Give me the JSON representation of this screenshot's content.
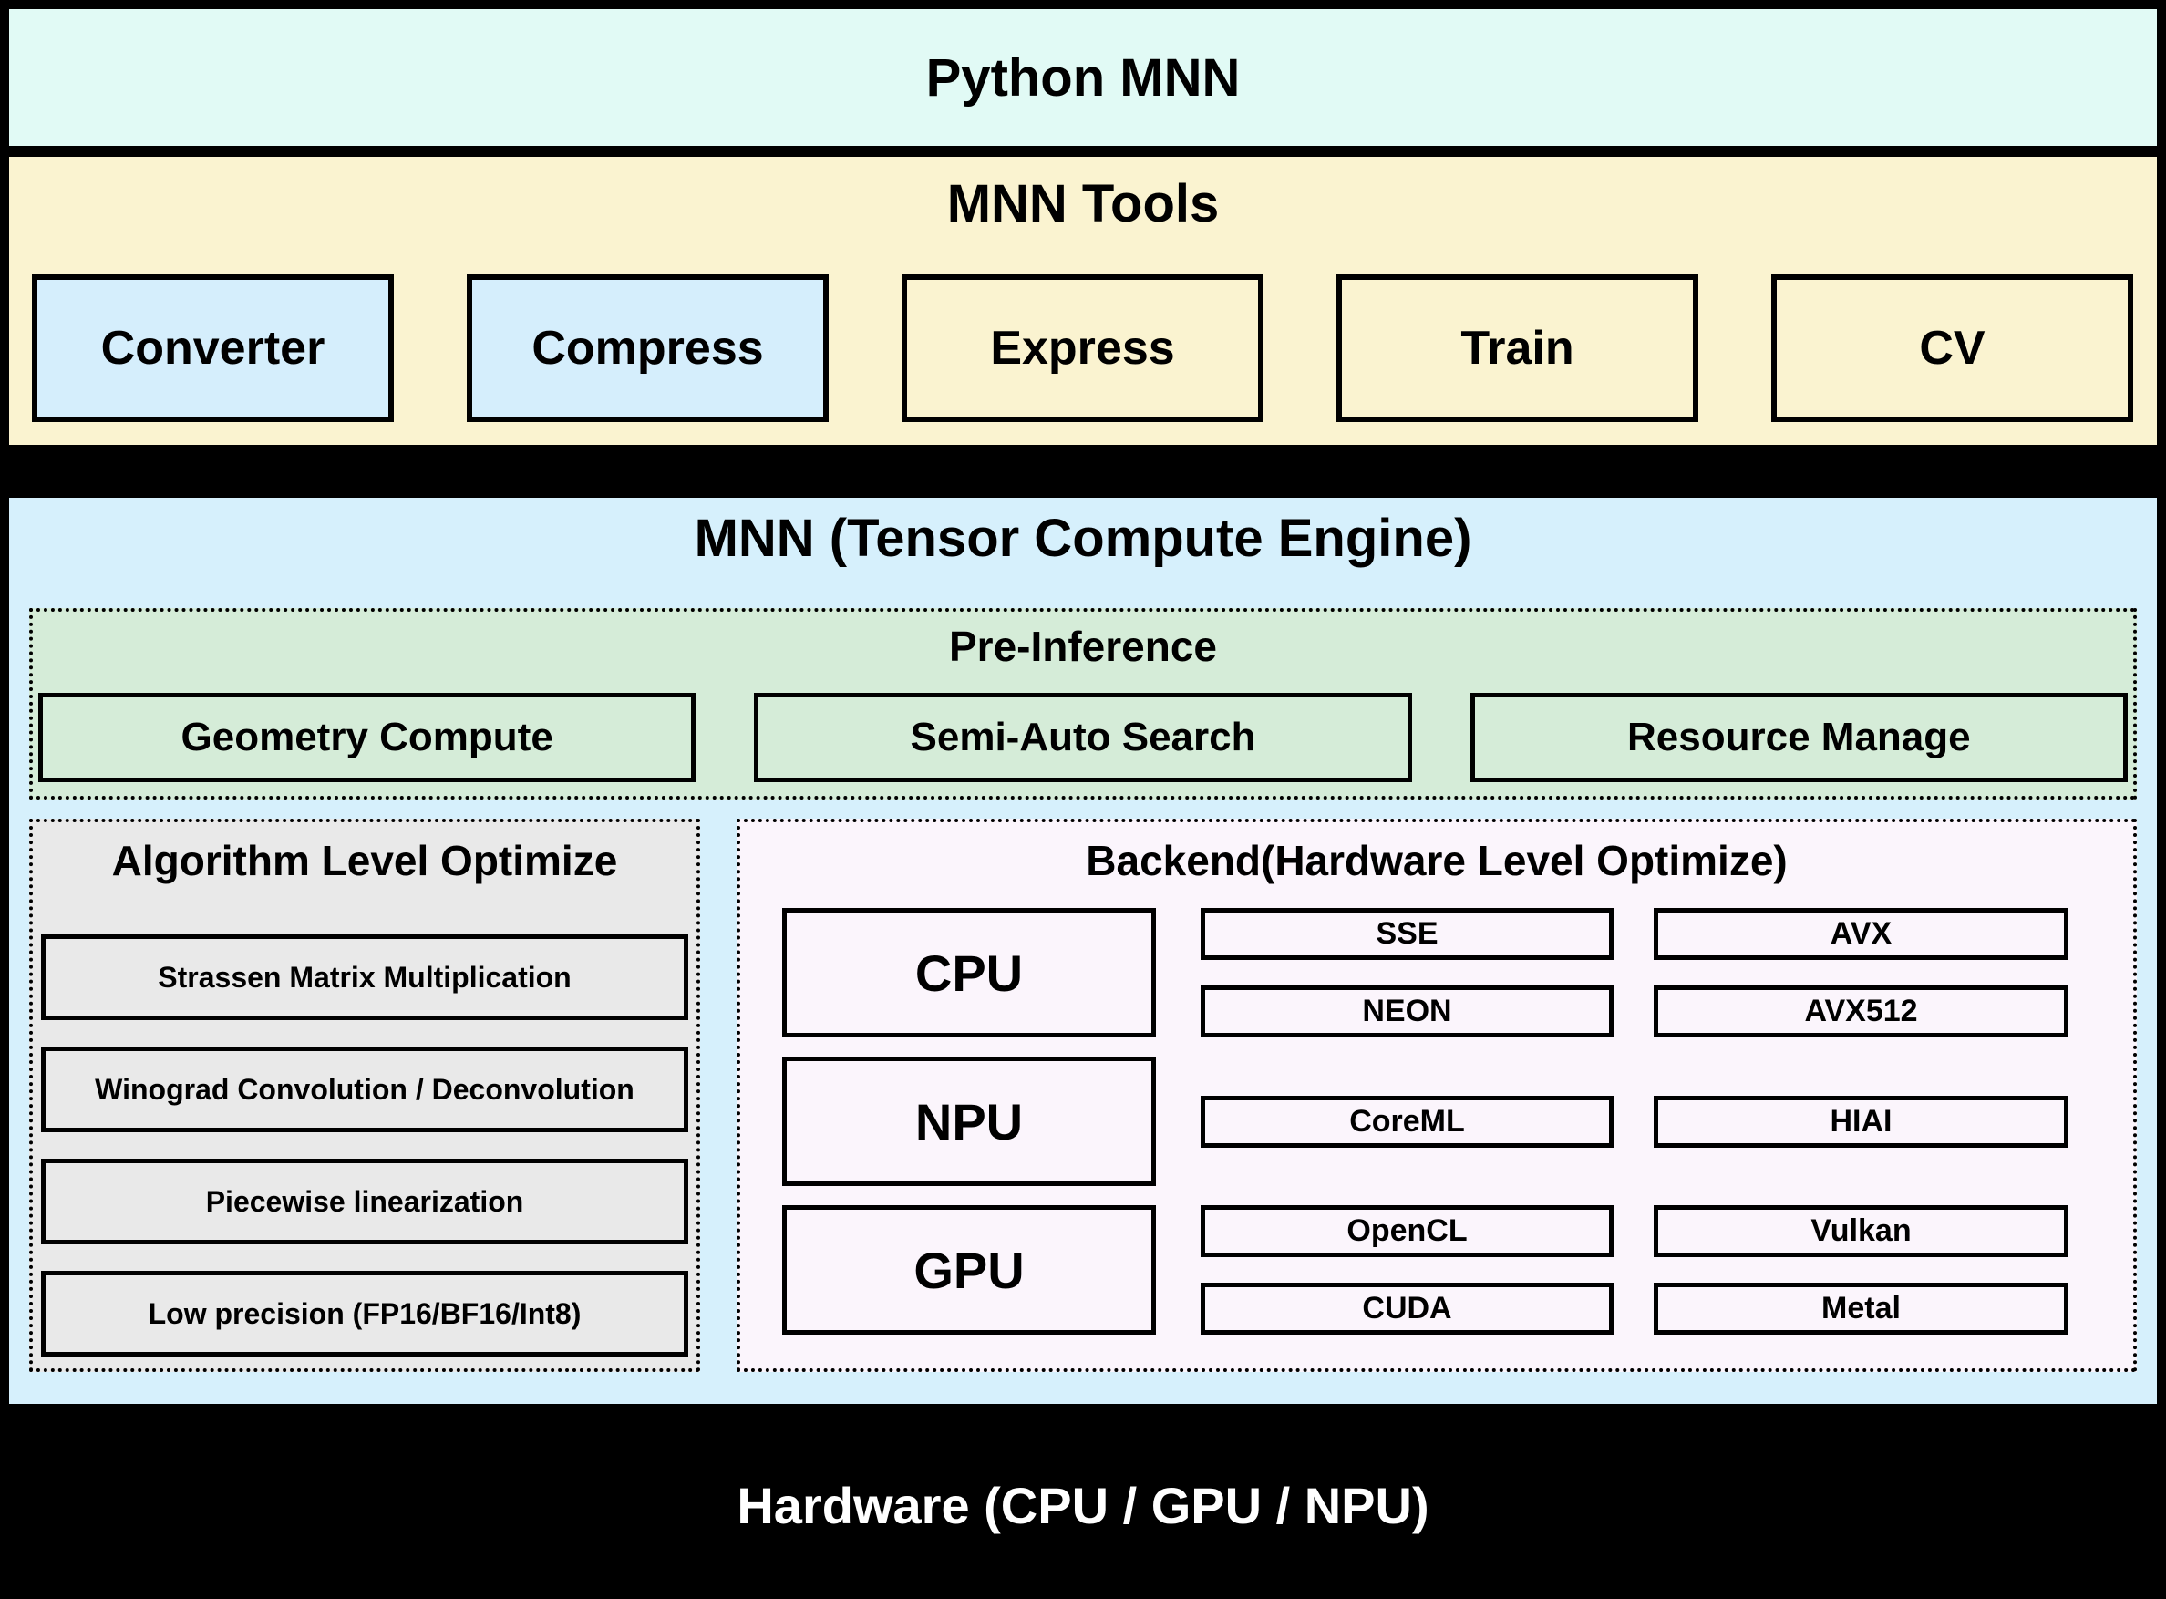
{
  "python_band": {
    "title": "Python MNN"
  },
  "tools": {
    "title": "MNN Tools",
    "items": [
      {
        "label": "Converter",
        "highlight": true
      },
      {
        "label": "Compress",
        "highlight": true
      },
      {
        "label": "Express",
        "highlight": false
      },
      {
        "label": "Train",
        "highlight": false
      },
      {
        "label": "CV",
        "highlight": false
      }
    ]
  },
  "engine": {
    "title": "MNN (Tensor Compute Engine)",
    "pre_inference": {
      "title": "Pre-Inference",
      "items": [
        "Geometry Compute",
        "Semi-Auto Search",
        "Resource Manage"
      ]
    },
    "algorithm": {
      "title": "Algorithm Level Optimize",
      "items": [
        "Strassen Matrix Multiplication",
        "Winograd Convolution / Deconvolution",
        "Piecewise linearization",
        "Low precision (FP16/BF16/Int8)"
      ]
    },
    "backend": {
      "title": "Backend(Hardware Level Optimize)",
      "rows": [
        {
          "processor": "CPU",
          "col1": [
            "SSE",
            "NEON"
          ],
          "col2": [
            "AVX",
            "AVX512"
          ]
        },
        {
          "processor": "NPU",
          "col1": [
            "CoreML"
          ],
          "col2": [
            "HIAI"
          ]
        },
        {
          "processor": "GPU",
          "col1": [
            "OpenCL",
            "CUDA"
          ],
          "col2": [
            "Vulkan",
            "Metal"
          ]
        }
      ]
    }
  },
  "hardware_band": {
    "title": "Hardware (CPU / GPU / NPU)"
  },
  "colors": {
    "python_band_bg": "#e1faf5",
    "tools_bg": "#faf3d0",
    "tool_highlight_bg": "#d5eefc",
    "engine_bg": "#d6f0fc",
    "pre_inference_bg": "#d5ecd8",
    "algorithm_bg": "#e9e9e9",
    "backend_bg": "#fbf5fc",
    "separator": "#000000",
    "hardware_text": "#ffffff"
  }
}
